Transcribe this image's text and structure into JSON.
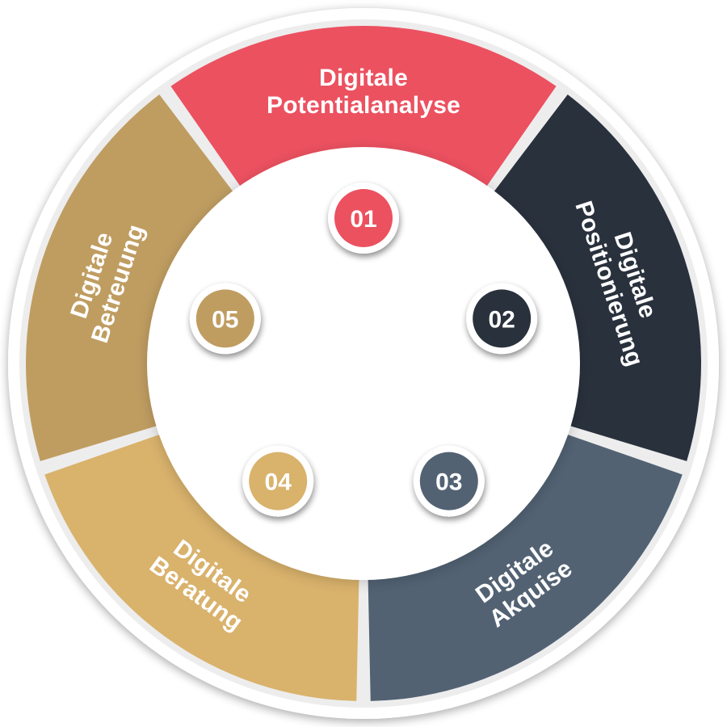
{
  "diagram": {
    "segments": [
      {
        "number": "01",
        "line1": "Digitale",
        "line2": "Potentialanalyse",
        "color": "#ec5160"
      },
      {
        "number": "02",
        "line1": "Digitale",
        "line2": "Positionierung",
        "color": "#29313d"
      },
      {
        "number": "03",
        "line1": "Digitale",
        "line2": "Akquise",
        "color": "#526273"
      },
      {
        "number": "04",
        "line1": "Digitale",
        "line2": "Beratung",
        "color": "#d9b26c"
      },
      {
        "number": "05",
        "line1": "Digitale",
        "line2": "Betreuung",
        "color": "#bf9d61"
      }
    ]
  }
}
